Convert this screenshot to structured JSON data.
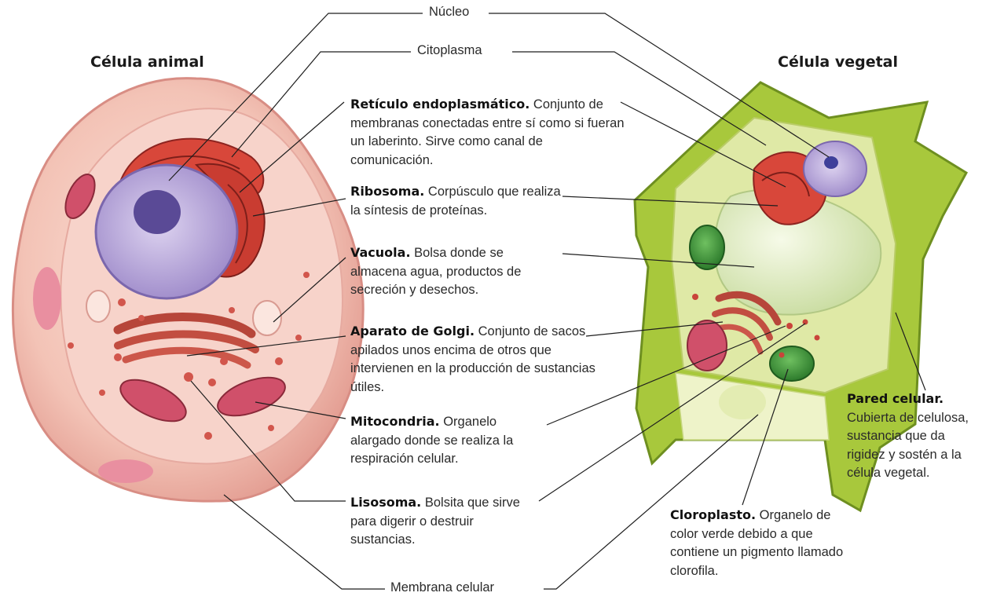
{
  "titles": {
    "animal": "Célula animal",
    "vegetal": "Célula vegetal"
  },
  "labels": {
    "nucleo": "Núcleo",
    "citoplasma": "Citoplasma",
    "membrana": "Membrana celular"
  },
  "organelles": {
    "reticulo": {
      "name": "Retículo endoplasmático.",
      "text": " Conjunto de membranas conectadas entre sí como si fueran un laberinto. Sirve como canal de comunicación."
    },
    "ribosoma": {
      "name": "Ribosoma.",
      "text": " Corpúsculo que realiza la síntesis de proteínas."
    },
    "vacuola": {
      "name": "Vacuola.",
      "text": " Bolsa donde se almacena agua, productos de secreción y desechos."
    },
    "golgi": {
      "name": "Aparato de Golgi.",
      "text": " Conjunto de sacos apilados unos encima de otros que intervienen en la producción de sustancias útiles."
    },
    "mitocondria": {
      "name": "Mitocondria.",
      "text": " Organelo alargado donde se realiza la respiración celular."
    },
    "lisosoma": {
      "name": "Lisosoma.",
      "text": " Bolsita que sirve para digerir o destruir sustancias."
    },
    "cloroplasto": {
      "name": "Cloroplasto.",
      "text": " Organelo de color verde debido a que contiene un pigmento llamado clorofila."
    },
    "pared": {
      "name": "Pared celular.",
      "text": " Cubierta de celulosa, sustancia que da rigidez y sostén a la célula vegetal."
    }
  },
  "colors": {
    "animal_cytoplasm": "#f4c4b8",
    "animal_membrane": "#e8a39a",
    "nucleus": "#b9a9dc",
    "er": "#d8473a",
    "plant_wall": "#a8c83c",
    "plant_cytoplasm": "#dfe9a6",
    "chloroplast": "#3f9a3a"
  }
}
